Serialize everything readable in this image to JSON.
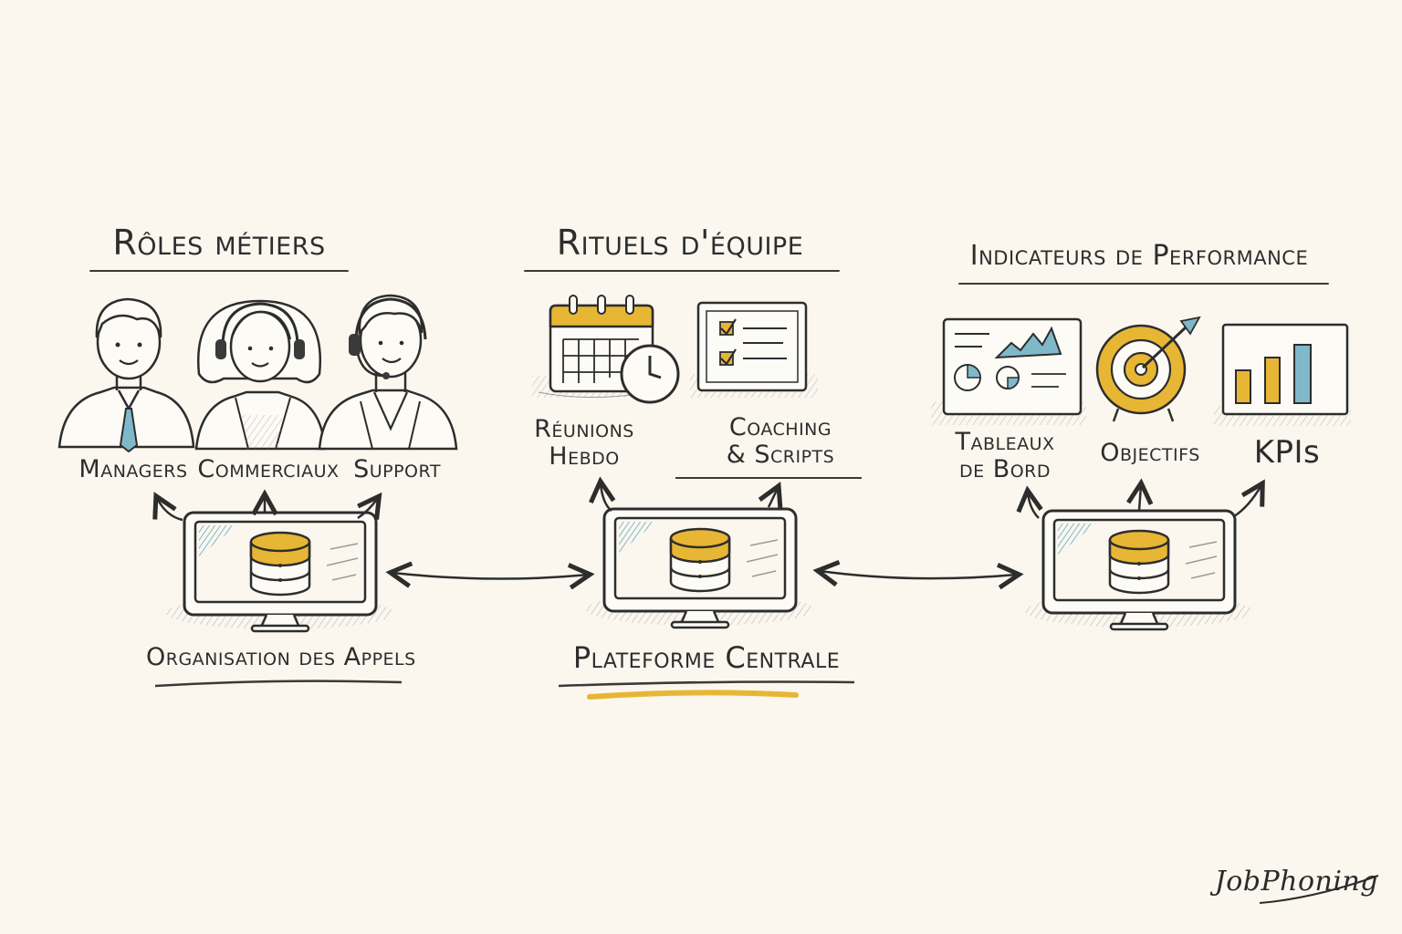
{
  "groups": {
    "roles": {
      "title": "Rôles métiers",
      "items": [
        "Managers",
        "Commerciaux",
        "Support"
      ],
      "caption": "Organisation des Appels"
    },
    "rituals": {
      "title": "Rituels d'équipe",
      "items": [
        {
          "line1": "Réunions",
          "line2": "Hebdo"
        },
        {
          "line1": "Coaching",
          "line2": "& Scripts"
        }
      ],
      "caption": "Plateforme Centrale"
    },
    "kpis": {
      "title": "Indicateurs de Performance",
      "items": [
        {
          "line1": "Tableaux",
          "line2": "de Bord"
        },
        {
          "line1": "Objectifs",
          "line2": ""
        },
        {
          "line1": "KPIs",
          "line2": ""
        }
      ]
    }
  },
  "brand": "JobPhoning",
  "colors": {
    "ink": "#2d2d2d",
    "accent_yellow": "#e7b634",
    "accent_blue": "#7fb9c9",
    "background": "#fbf7ef"
  },
  "icons": [
    "manager-person-icon",
    "sales-person-headset-icon",
    "support-person-headset-icon",
    "calendar-icon",
    "clock-icon",
    "checklist-icon",
    "dashboard-icon",
    "target-icon",
    "bar-chart-icon",
    "monitor-database-icon"
  ]
}
